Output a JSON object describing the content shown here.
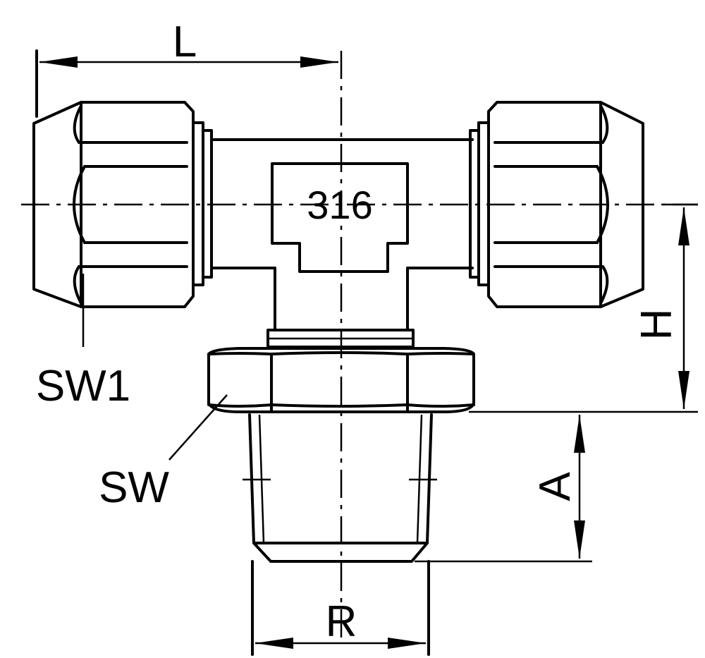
{
  "diagram": {
    "material_label": "316",
    "dimension_labels": {
      "length": "L",
      "height": "H",
      "thread_length": "A",
      "thread": "R"
    },
    "wrench_labels": {
      "union_nut": "SW1",
      "body_hex": "SW"
    }
  }
}
